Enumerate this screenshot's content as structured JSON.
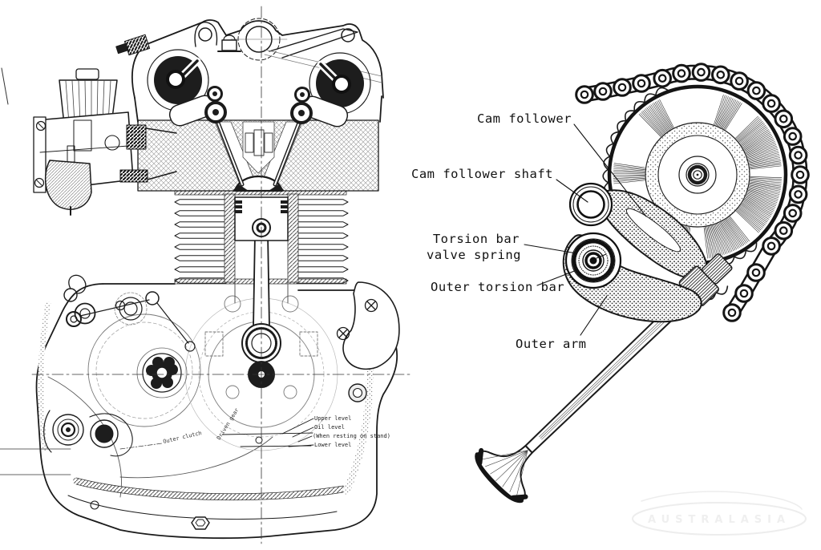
{
  "colors": {
    "ink": "#1b1b1b",
    "paper": "#ffffff"
  },
  "left_figure": {
    "caption_labels": {
      "outer_clutch": "Outer clutch",
      "driven_gear": "Driven gear"
    },
    "oil_level_note": {
      "upper": "Upper level",
      "oil": "Oil level",
      "when": "(When resting on stand)",
      "lower": "Lower level"
    }
  },
  "right_figure": {
    "callouts": {
      "cam_follower": "Cam follower",
      "cam_follower_shaft": "Cam follower shaft",
      "torsion_line1": "Torsion bar",
      "torsion_line2": "valve spring",
      "outer_torsion_bar": "Outer torsion bar",
      "outer_arm": "Outer arm"
    },
    "watermark": "AUSTRALASIA"
  }
}
